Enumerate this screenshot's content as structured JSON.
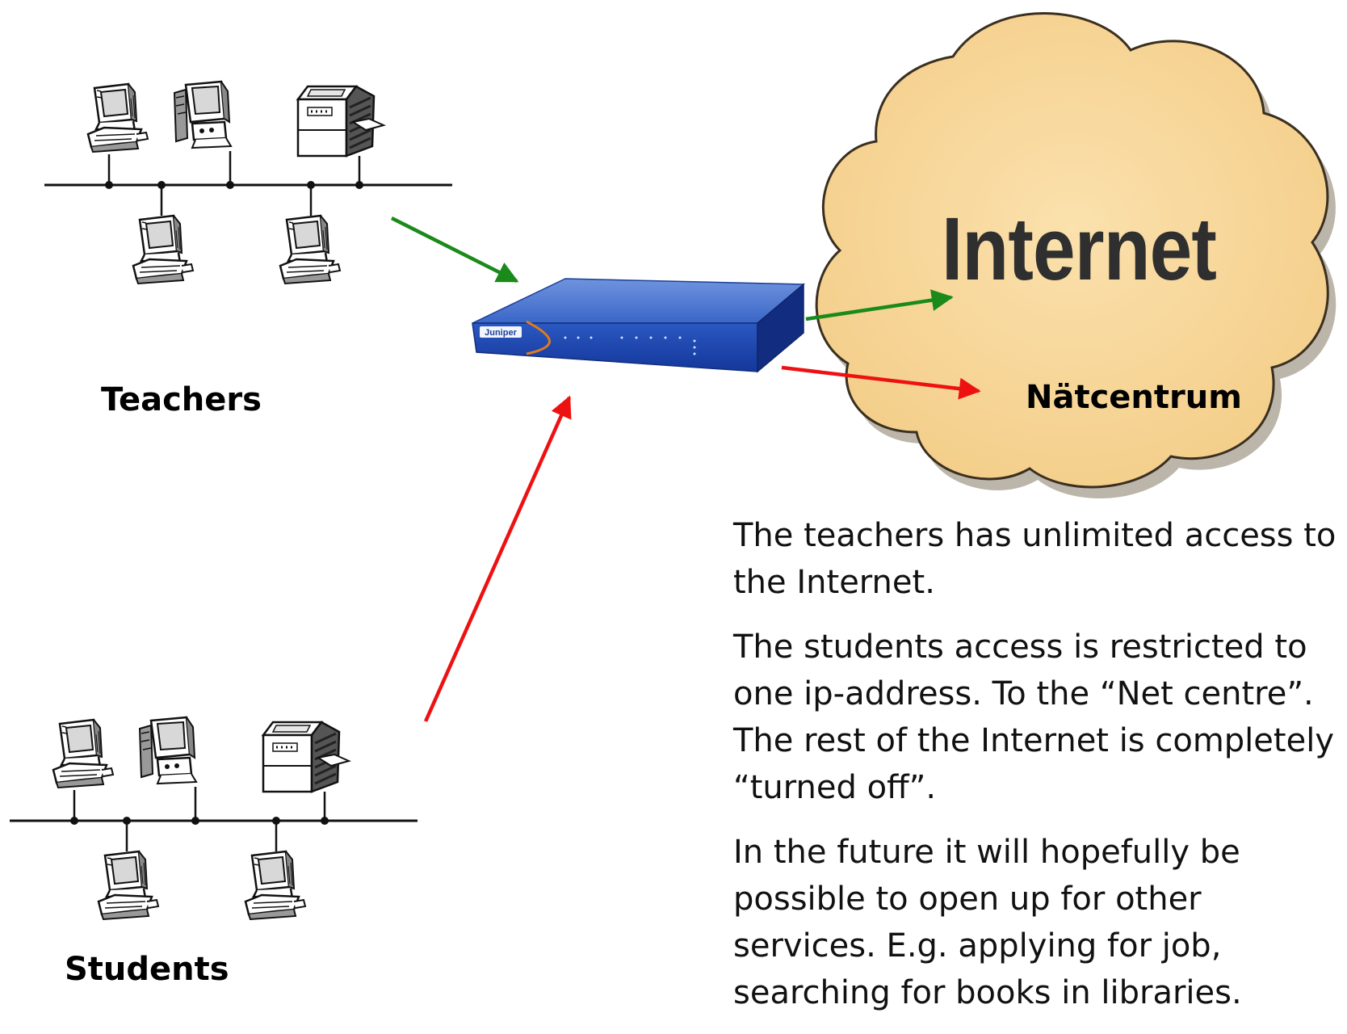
{
  "labels": {
    "teachers": "Teachers",
    "students": "Students",
    "internet": "Internet",
    "netcentrum": "Nätcentrum",
    "router_brand": "Juniper"
  },
  "description": [
    "The teachers has unlimited access to the Internet.",
    "The students access is restricted to one ip-address. To the “Net centre”. The rest of the Internet is completely “turned off”.",
    "In the future it will hopefully be possible to open up for other services. E.g. applying for job, searching for books in libraries."
  ],
  "colors": {
    "cloud_fill": "#f7d79a",
    "allowed_arrow": "#1a8a1a",
    "blocked_arrow": "#ee1111",
    "router_body": "#1d4bb3"
  },
  "icons": [
    "desktop-computer-icon",
    "printer-icon",
    "router-icon",
    "cloud-icon"
  ]
}
